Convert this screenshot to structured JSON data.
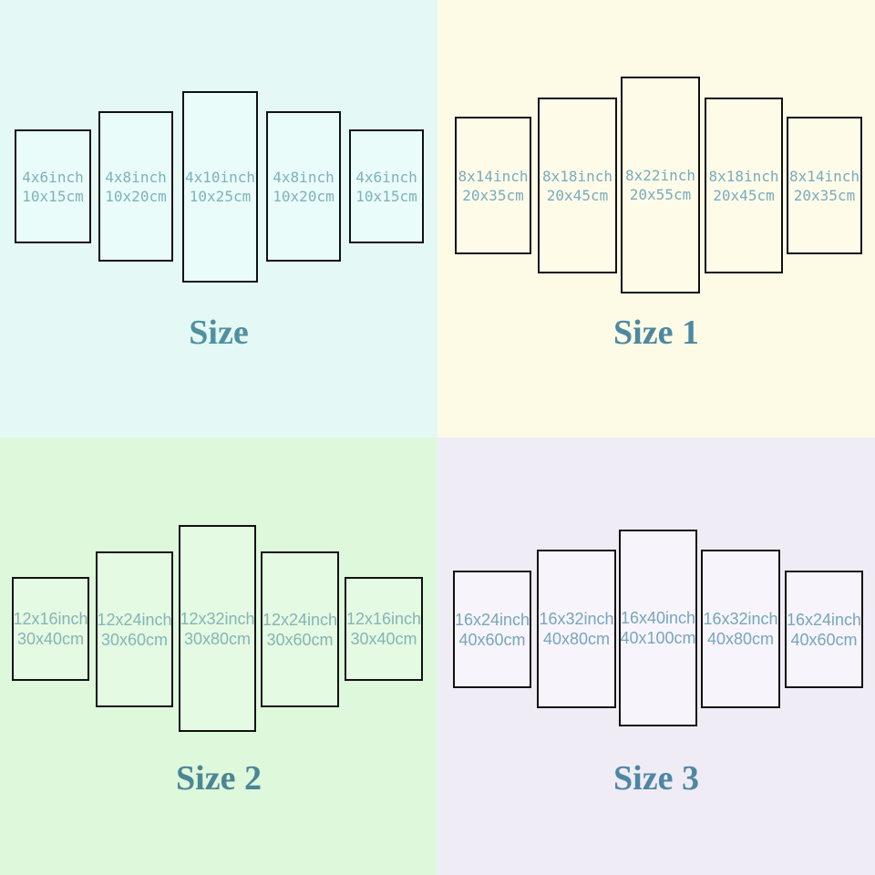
{
  "quadrants": [
    {
      "title": "Size",
      "background": "#e4f9f6",
      "panel_fill": "#e9fcfa",
      "label_color": "#7fb1ba",
      "title_color": "#50909f",
      "panels": [
        {
          "inch": "4x6inch",
          "cm": "10x15cm"
        },
        {
          "inch": "4x8inch",
          "cm": "10x20cm"
        },
        {
          "inch": "4x10inch",
          "cm": "10x25cm"
        },
        {
          "inch": "4x8inch",
          "cm": "10x20cm"
        },
        {
          "inch": "4x6inch",
          "cm": "10x15cm"
        }
      ]
    },
    {
      "title": "Size 1",
      "background": "#fdfbe6",
      "panel_fill": "#fefce9",
      "label_color": "#79abbe",
      "title_color": "#4d88a0",
      "panels": [
        {
          "inch": "8x14inch",
          "cm": "20x35cm"
        },
        {
          "inch": "8x18inch",
          "cm": "20x45cm"
        },
        {
          "inch": "8x22inch",
          "cm": "20x55cm"
        },
        {
          "inch": "8x18inch",
          "cm": "20x45cm"
        },
        {
          "inch": "8x14inch",
          "cm": "20x35cm"
        }
      ]
    },
    {
      "title": "Size 2",
      "background": "#def8dc",
      "panel_fill": "#e4fae2",
      "label_color": "#86b4b6",
      "title_color": "#4c8596",
      "panels": [
        {
          "inch": "12x16inch",
          "cm": "30x40cm"
        },
        {
          "inch": "12x24inch",
          "cm": "30x60cm"
        },
        {
          "inch": "12x32inch",
          "cm": "30x80cm"
        },
        {
          "inch": "12x24inch",
          "cm": "30x60cm"
        },
        {
          "inch": "12x16inch",
          "cm": "30x40cm"
        }
      ]
    },
    {
      "title": "Size 3",
      "background": "#f0ecf6",
      "panel_fill": "#f7f4fb",
      "label_color": "#77a6bc",
      "title_color": "#4e87a4",
      "panels": [
        {
          "inch": "16x24inch",
          "cm": "40x60cm"
        },
        {
          "inch": "16x32inch",
          "cm": "40x80cm"
        },
        {
          "inch": "16x40inch",
          "cm": "40x100cm"
        },
        {
          "inch": "16x32inch",
          "cm": "40x80cm"
        },
        {
          "inch": "16x24inch",
          "cm": "40x60cm"
        }
      ]
    }
  ]
}
